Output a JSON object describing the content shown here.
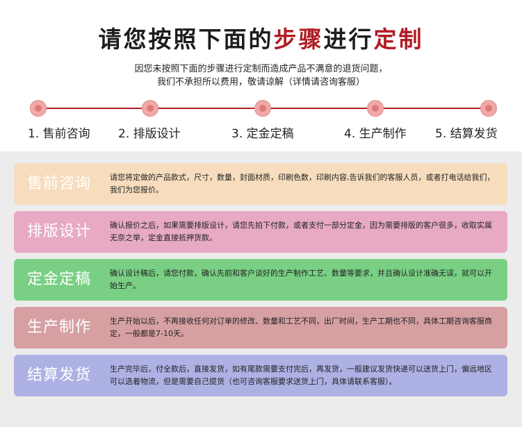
{
  "header": {
    "title_prefix": "请您按照下面的",
    "title_accent_1": "步骤",
    "title_middle": "进行",
    "title_accent_2": "定制",
    "subtitle_line1": "因您未按照下面的步骤进行定制而造成产品不满意的退货问题，",
    "subtitle_line2": "我们不承担所以费用，敬请谅解（详情请咨询客服）"
  },
  "steps": [
    "1. 售前咨询",
    "2. 排版设计",
    "3. 定金定稿",
    "4. 生产制作",
    "5. 结算发货"
  ],
  "cards": [
    {
      "label": "售前咨询",
      "text": "请您将定做的产品款式，尺寸，数量，封面材质，印刷色数，印刷内容,告诉我们的客服人员，或者打电话给我们，我们为您报价。",
      "bg": "#f7ddbd",
      "label_color": "#ffffff"
    },
    {
      "label": "排版设计",
      "text": "确认报价之后，如果需要排版设计，请您先拍下付款，或者支付一部分定金，因为需要排版的客户很多，收取实属无奈之举，定金直接抵押货款。",
      "bg": "#e7a9c4",
      "label_color": "#ffffff"
    },
    {
      "label": "定金定稿",
      "text": "确认设计稿后，请您付款，确认先前和客户谈好的生产制作工艺、数量等要求，并且确认设计准确无误，就可以开始生产。",
      "bg": "#79d084",
      "label_color": "#ffffff"
    },
    {
      "label": "生产制作",
      "text": "生产开始以后，不再接收任何对订单的修改、数量和工艺不同，出厂时间，生产工期也不同，具体工期咨询客服商定，一般都是7-10天。",
      "bg": "#d6a0a3",
      "label_color": "#ffffff"
    },
    {
      "label": "结算发货",
      "text": "生产完毕后，付全款后，直接发货，如有尾款需要支付完后，再发货，一般建议发货快递可以送货上门，偏远地区可以选着物流，但是需要自己提货（也可咨询客服要求送货上门，具体请联系客服）。",
      "bg": "#aeb1e4",
      "label_color": "#ffffff"
    }
  ]
}
